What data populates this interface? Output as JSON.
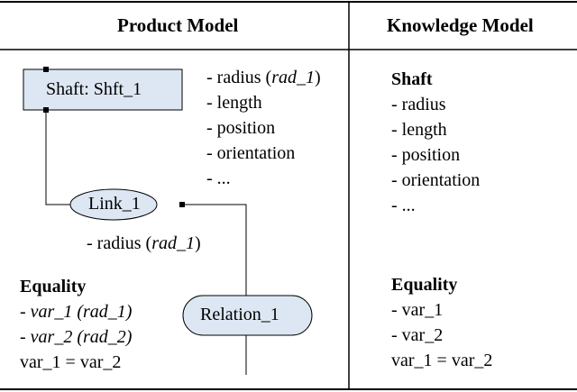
{
  "headers": {
    "product": "Product Model",
    "knowledge": "Knowledge Model"
  },
  "product": {
    "shaft_box": "Shaft: Shft_1",
    "shaft_attrs": [
      {
        "prefix": "- radius (",
        "italic": "rad_1",
        "suffix": ")"
      },
      {
        "prefix": "- length",
        "italic": "",
        "suffix": ""
      },
      {
        "prefix": "- position",
        "italic": "",
        "suffix": ""
      },
      {
        "prefix": "- orientation",
        "italic": "",
        "suffix": ""
      },
      {
        "prefix": "- ...",
        "italic": "",
        "suffix": ""
      }
    ],
    "link_label": "Link_1",
    "link_attr": {
      "prefix": "- radius (",
      "italic": "rad_1",
      "suffix": ")"
    },
    "relation_label": "Relation_1",
    "equality_title": "Equality",
    "equality_lines": [
      {
        "italic": "- var_1 (rad_1)",
        "normal": ""
      },
      {
        "italic": "- var_2 (rad_2)",
        "normal": ""
      },
      {
        "italic": "",
        "normal": "var_1 = var_2"
      }
    ]
  },
  "knowledge": {
    "shaft_title": "Shaft",
    "shaft_items": [
      "- radius",
      "- length",
      "- position",
      "- orientation",
      "- ..."
    ],
    "equality_title": "Equality",
    "equality_items": [
      "- var_1",
      "- var_2",
      "var_1 = var_2"
    ]
  },
  "colors": {
    "node_fill": "#dde7f3",
    "line": "#000000"
  }
}
